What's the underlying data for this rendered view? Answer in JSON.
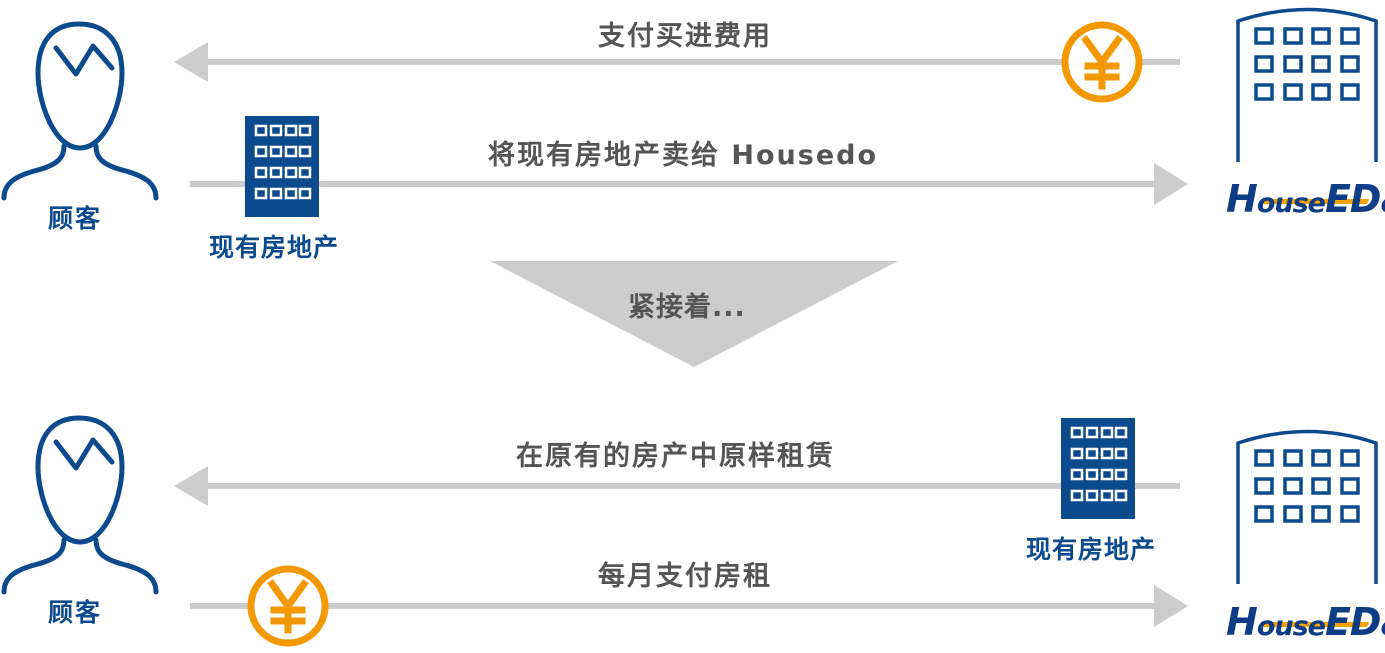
{
  "diagram": {
    "top": {
      "arrow_left_caption": "支付买进费用",
      "arrow_right_caption": "将现有房地产卖给 Housedo",
      "customer_label": "顾客",
      "property_label": "现有房地产"
    },
    "transition": {
      "label": "紧接着..."
    },
    "bottom": {
      "arrow_left_caption": "在原有的房产中原样租赁",
      "arrow_right_caption": "每月支付房租",
      "customer_label": "顾客",
      "property_label": "现有房地产"
    },
    "logo": {
      "part1_big": "H",
      "part1_small": "ouse",
      "part2_big": "ED",
      "part2_small": "o"
    },
    "icons": {
      "customer": "person-outline-icon",
      "property": "building-icon",
      "money": "yen-coin-icon",
      "company": "office-building-icon"
    },
    "colors": {
      "brand_blue": "#0c4a8e",
      "coin_orange": "#f39800",
      "arrow_gray": "#cccccc",
      "caption_gray": "#555555"
    }
  }
}
